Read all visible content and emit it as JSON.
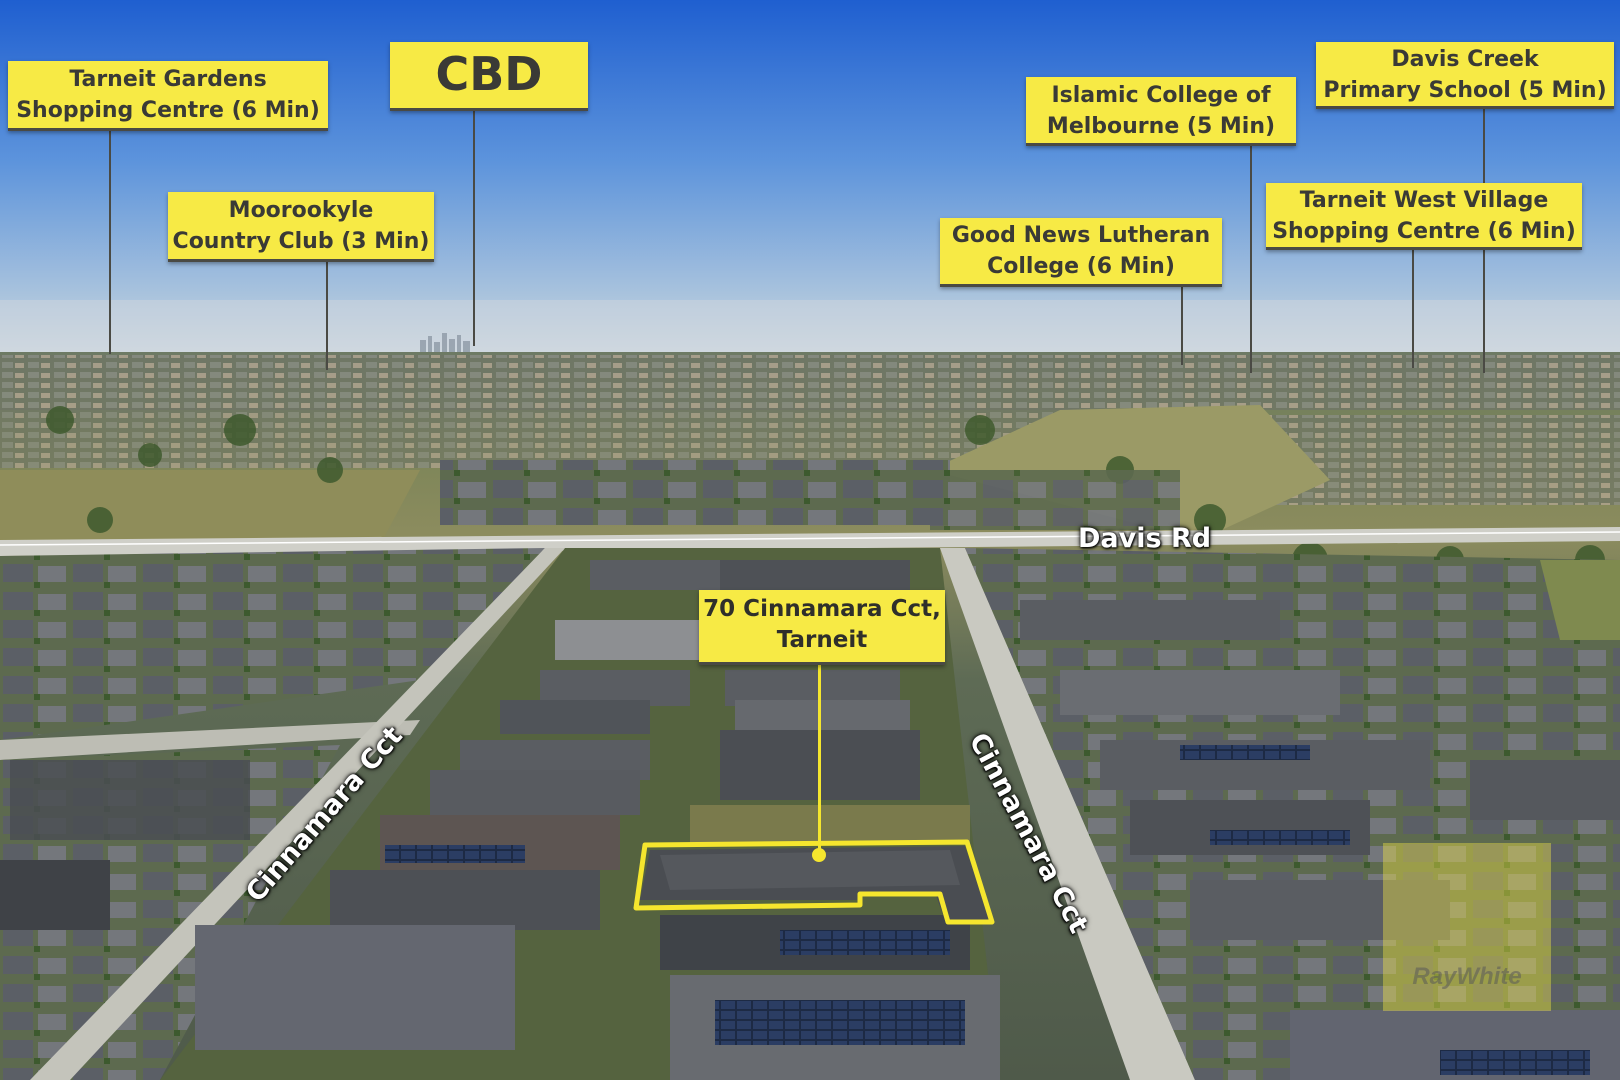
{
  "callouts": {
    "tarneit_gardens": [
      "Tarneit Gardens",
      "Shopping Centre (6 Min)"
    ],
    "cbd": "CBD",
    "moorookyle": [
      "Moorookyle",
      "Country Club (3 Min)"
    ],
    "islamic_college": [
      "Islamic College of",
      "Melbourne (5 Min)"
    ],
    "davis_creek": [
      "Davis Creek",
      "Primary School (5 Min)"
    ],
    "good_news": [
      "Good News Lutheran",
      "College (6 Min)"
    ],
    "tarneit_west": [
      "Tarneit West Village",
      "Shopping Centre (6 Min)"
    ],
    "property": [
      "70 Cinnamara Cct,",
      "Tarneit"
    ]
  },
  "streets": {
    "davis_rd": "Davis Rd",
    "cinnamara_left": "Cinnamara Cct",
    "cinnamara_right": "Cinnamara Cct"
  },
  "watermark": "RayWhite",
  "colors": {
    "callout_yellow": "#f7ea45",
    "boundary_yellow": "#f5e62e",
    "sky_top": "#1f5fd0",
    "sky_horizon": "#c9d6e0"
  }
}
